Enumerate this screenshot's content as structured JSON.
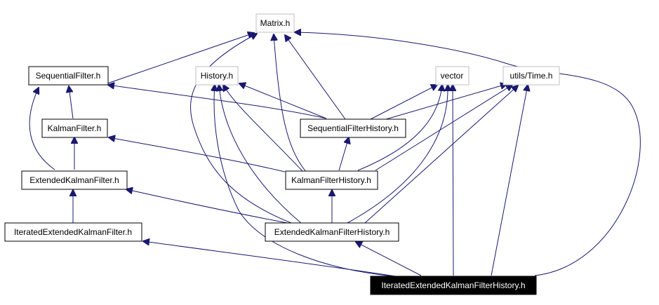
{
  "graph": {
    "colors": {
      "edge": "#191970",
      "node_border": "#000000",
      "external_node_border": "#bfbfbf",
      "root_fill": "#000000",
      "root_text": "#ffffff"
    },
    "nodes": {
      "matrix": {
        "label": "Matrix.h",
        "kind": "external"
      },
      "sequential_filter": {
        "label": "SequentialFilter.h",
        "kind": "documented"
      },
      "history": {
        "label": "History.h",
        "kind": "external"
      },
      "vector": {
        "label": "vector",
        "kind": "external"
      },
      "time": {
        "label": "utils/Time.h",
        "kind": "external"
      },
      "kalman_filter": {
        "label": "KalmanFilter.h",
        "kind": "documented"
      },
      "sequential_filter_history": {
        "label": "SequentialFilterHistory.h",
        "kind": "documented"
      },
      "extended_kalman_filter": {
        "label": "ExtendedKalmanFilter.h",
        "kind": "documented"
      },
      "kalman_filter_history": {
        "label": "KalmanFilterHistory.h",
        "kind": "documented"
      },
      "iterated_extended_kalman_filter": {
        "label": "IteratedExtendedKalmanFilter.h",
        "kind": "documented"
      },
      "extended_kalman_filter_history": {
        "label": "ExtendedKalmanFilterHistory.h",
        "kind": "documented"
      },
      "iterated_extended_kalman_filter_history": {
        "label": "IteratedExtendedKalmanFilterHistory.h",
        "kind": "root"
      }
    },
    "edges": [
      {
        "from": "sequential_filter",
        "to": "matrix"
      },
      {
        "from": "sequential_filter_history",
        "to": "matrix"
      },
      {
        "from": "kalman_filter_history",
        "to": "matrix"
      },
      {
        "from": "extended_kalman_filter_history",
        "to": "matrix"
      },
      {
        "from": "iterated_extended_kalman_filter_history",
        "to": "matrix"
      },
      {
        "from": "kalman_filter",
        "to": "sequential_filter"
      },
      {
        "from": "extended_kalman_filter",
        "to": "sequential_filter"
      },
      {
        "from": "sequential_filter_history",
        "to": "sequential_filter"
      },
      {
        "from": "sequential_filter_history",
        "to": "history"
      },
      {
        "from": "kalman_filter_history",
        "to": "history"
      },
      {
        "from": "extended_kalman_filter_history",
        "to": "history"
      },
      {
        "from": "iterated_extended_kalman_filter_history",
        "to": "history"
      },
      {
        "from": "sequential_filter_history",
        "to": "vector"
      },
      {
        "from": "kalman_filter_history",
        "to": "vector"
      },
      {
        "from": "extended_kalman_filter_history",
        "to": "vector"
      },
      {
        "from": "iterated_extended_kalman_filter_history",
        "to": "vector"
      },
      {
        "from": "sequential_filter_history",
        "to": "time"
      },
      {
        "from": "kalman_filter_history",
        "to": "time"
      },
      {
        "from": "extended_kalman_filter_history",
        "to": "time"
      },
      {
        "from": "iterated_extended_kalman_filter_history",
        "to": "time"
      },
      {
        "from": "extended_kalman_filter",
        "to": "kalman_filter"
      },
      {
        "from": "kalman_filter_history",
        "to": "kalman_filter"
      },
      {
        "from": "kalman_filter_history",
        "to": "sequential_filter_history"
      },
      {
        "from": "iterated_extended_kalman_filter",
        "to": "extended_kalman_filter"
      },
      {
        "from": "extended_kalman_filter_history",
        "to": "extended_kalman_filter"
      },
      {
        "from": "extended_kalman_filter_history",
        "to": "kalman_filter_history"
      },
      {
        "from": "iterated_extended_kalman_filter_history",
        "to": "iterated_extended_kalman_filter"
      },
      {
        "from": "iterated_extended_kalman_filter_history",
        "to": "extended_kalman_filter_history"
      }
    ]
  }
}
